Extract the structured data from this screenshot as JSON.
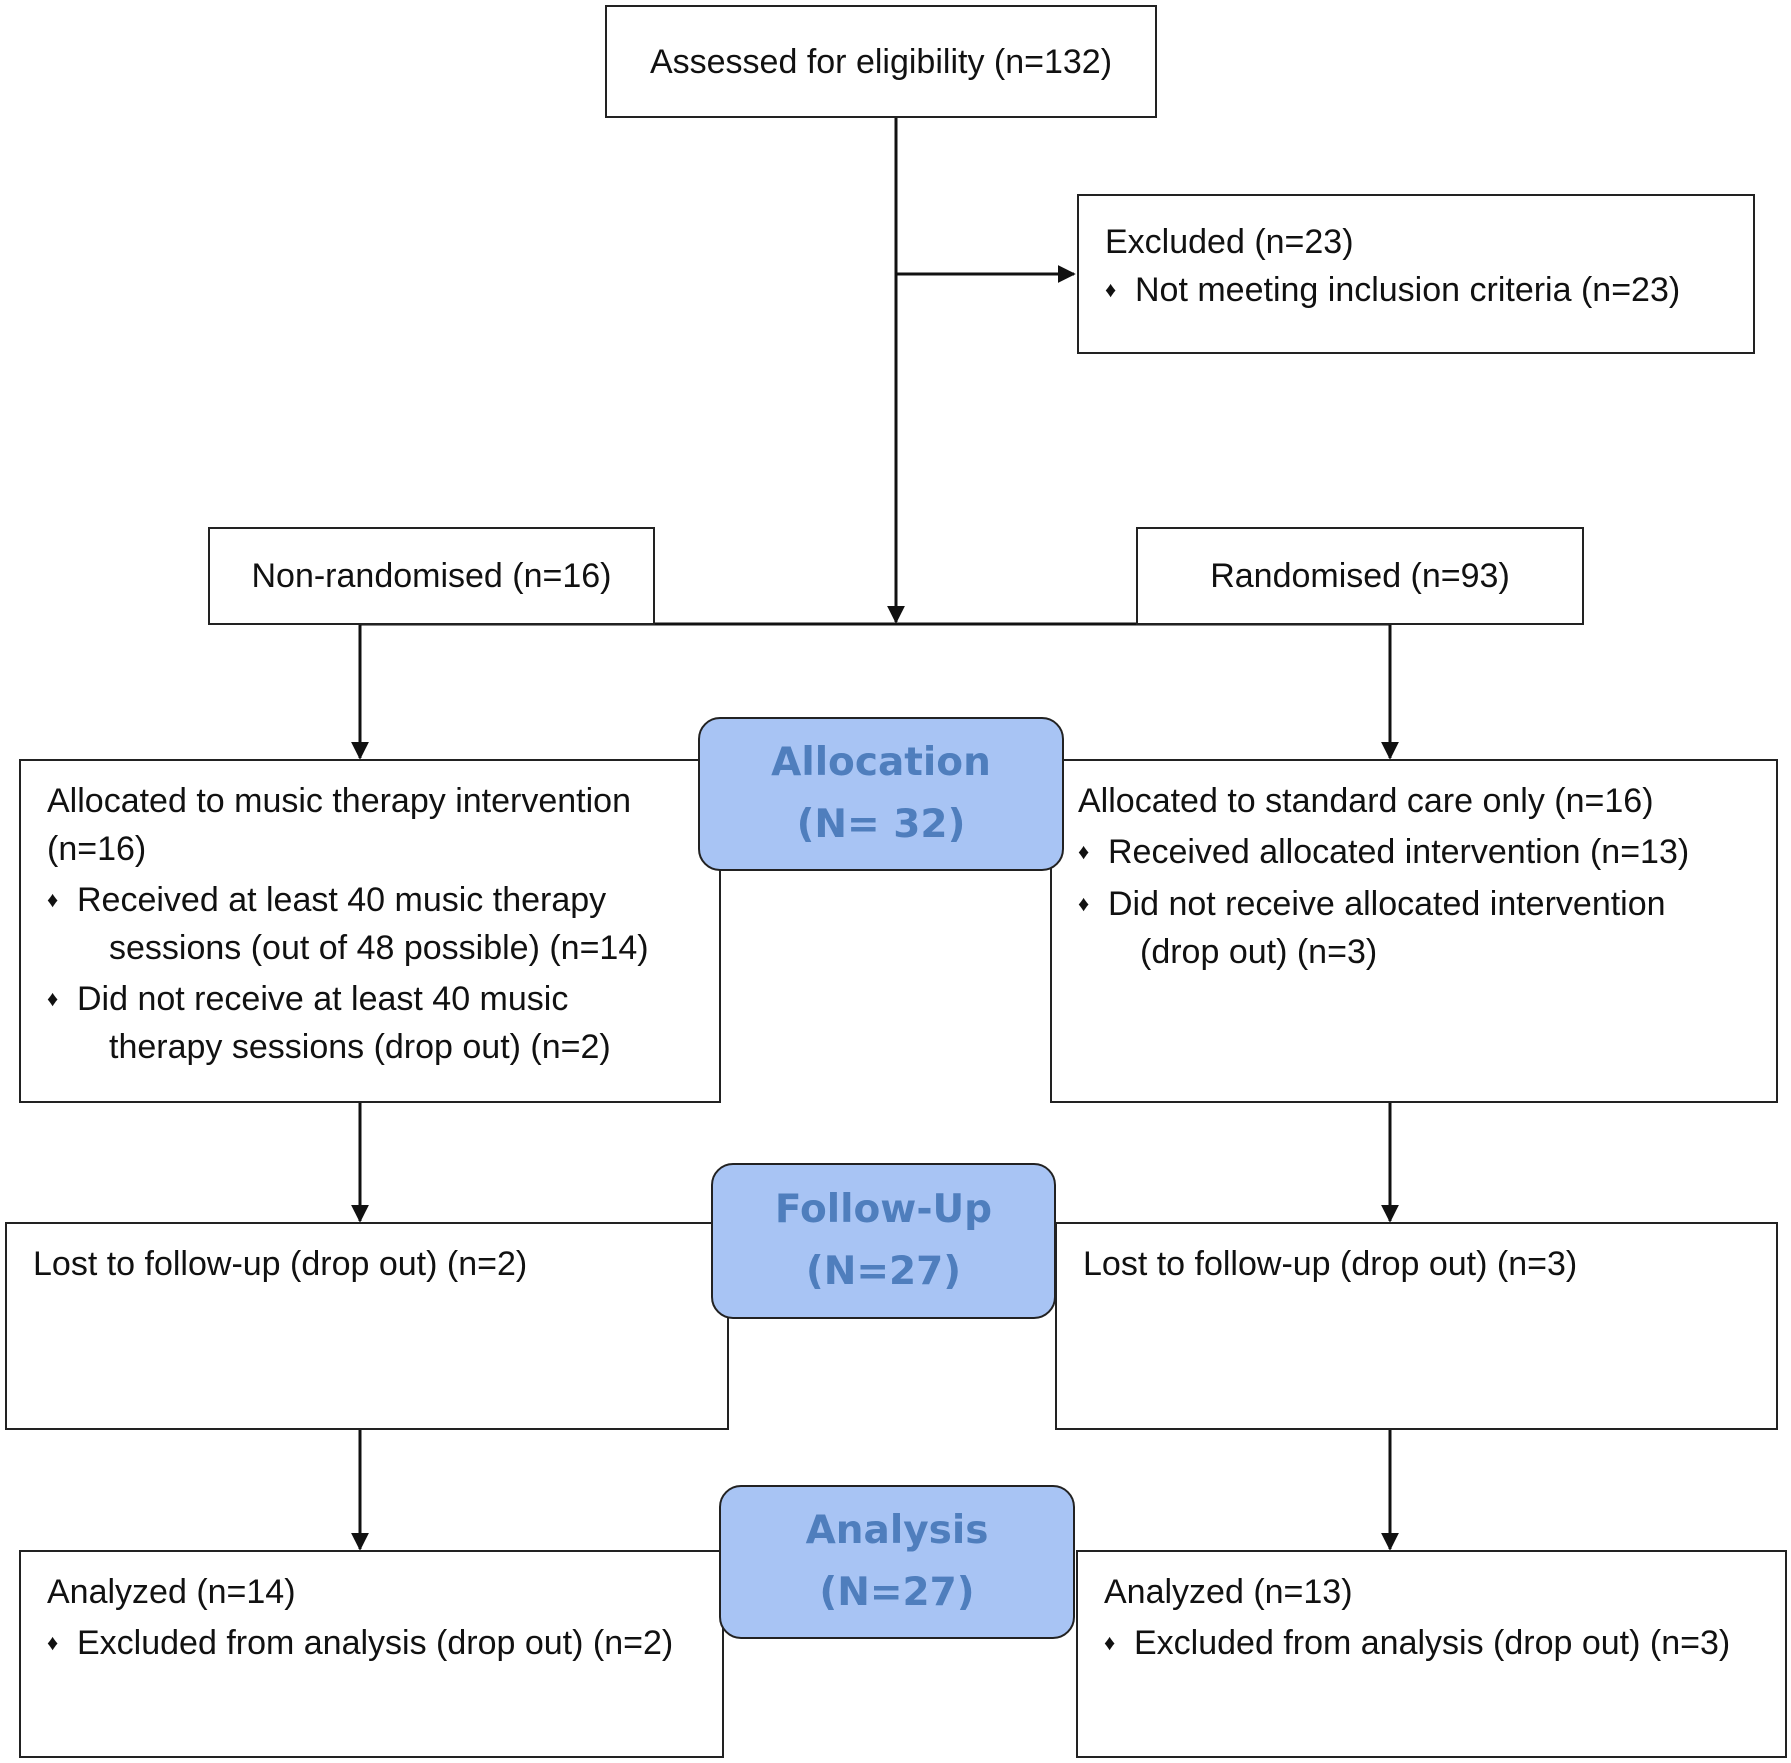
{
  "assessed": "Assessed for eligibility (n=132)",
  "excluded": {
    "title": "Excluded (n=23)",
    "items": [
      "Not meeting inclusion criteria (n=23)"
    ]
  },
  "non_randomised": "Non-randomised (n=16)",
  "randomised": "Randomised (n=93)",
  "phases": {
    "allocation": {
      "label": "Allocation",
      "n": "(N= 32)"
    },
    "followup": {
      "label": "Follow-Up",
      "n": "(N=27)"
    },
    "analysis": {
      "label": "Analysis",
      "n": "(N=27)"
    }
  },
  "left": {
    "allocated": {
      "title_line1": "Allocated to music therapy intervention",
      "title_line2": "(n=16)",
      "items": [
        {
          "line1": "Received at least 40 music therapy",
          "line2": "sessions (out of 48 possible) (n=14)"
        },
        {
          "line1": "Did not receive at least 40 music",
          "line2": "therapy sessions (drop out) (n=2)"
        }
      ]
    },
    "followup": "Lost to follow-up (drop out) (n=2)",
    "analysis": {
      "title": "Analyzed (n=14)",
      "items": [
        "Excluded from analysis (drop out) (n=2)"
      ]
    }
  },
  "right": {
    "allocated": {
      "title": "Allocated to standard care only (n=16)",
      "items": [
        {
          "line1": "Received allocated intervention (n=13)"
        },
        {
          "line1": "Did not receive allocated intervention",
          "line2": "(drop out) (n=3)"
        }
      ]
    },
    "followup": "Lost to follow-up (drop out) (n=3)",
    "analysis": {
      "title": "Analyzed (n=13)",
      "items": [
        "Excluded from analysis (drop out) (n=3)"
      ]
    }
  },
  "bullet": "♦"
}
